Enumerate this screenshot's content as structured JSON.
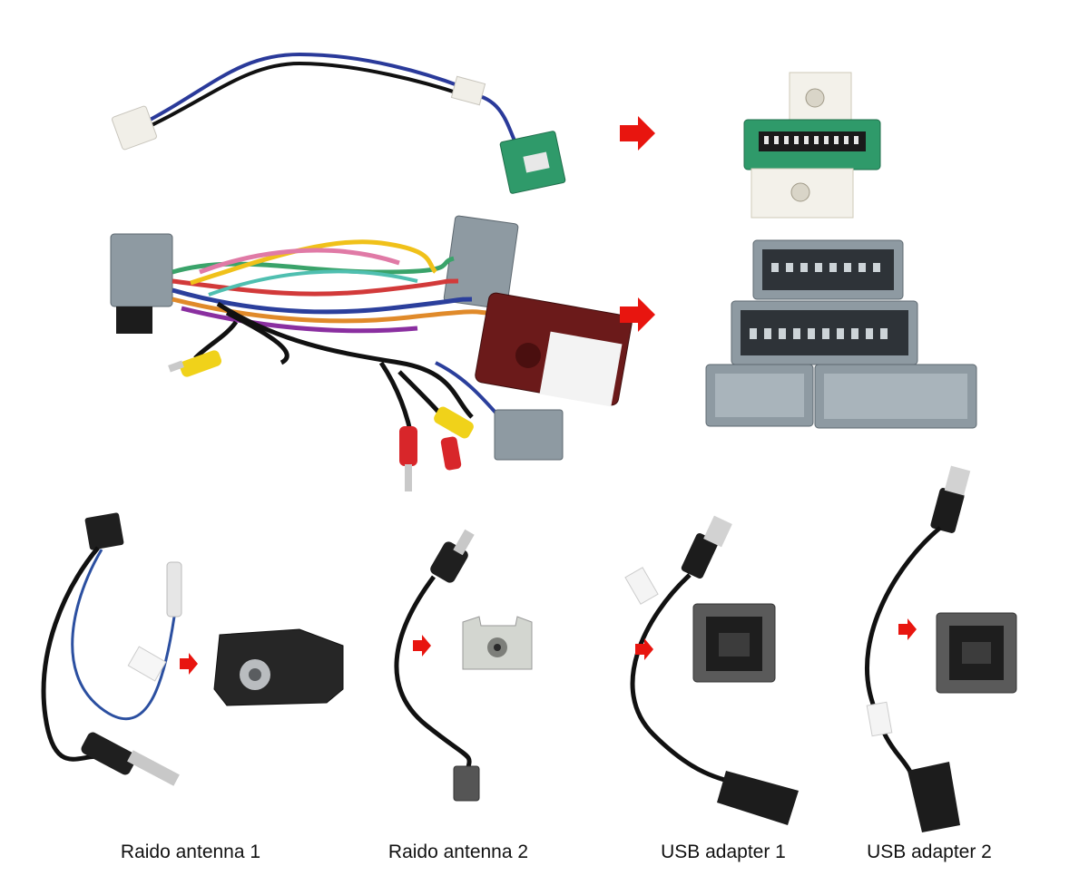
{
  "captions": {
    "antenna1": "Raido antenna 1",
    "antenna2": "Raido antenna 2",
    "usb1": "USB adapter 1",
    "usb2": "USB adapter 2"
  },
  "colors": {
    "arrow": "#e8150f",
    "connector_gray": "#8e9aa2",
    "connector_dark": "#2a2a2a",
    "green_plug": "#2f9a6a",
    "decoder_box": "#6b1a1a"
  },
  "icons": [
    "right-arrow-icon"
  ]
}
